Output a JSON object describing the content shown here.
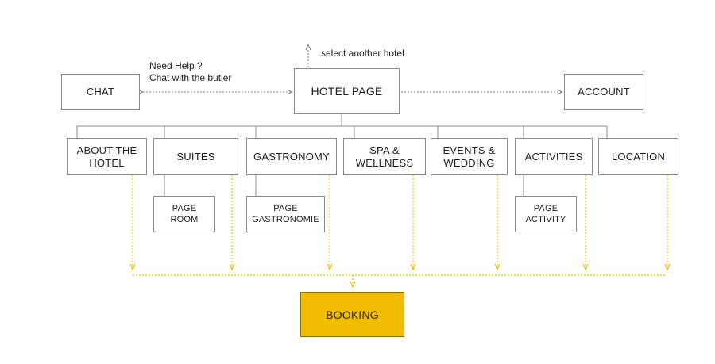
{
  "diagram": {
    "hotel_page": "HOTEL PAGE",
    "chat": "CHAT",
    "account": "ACCOUNT",
    "help_note": "Need Help ?\nChat with the butler",
    "select_note": "select another hotel",
    "sections": {
      "about": "ABOUT THE\nHOTEL",
      "suites": "SUITES",
      "gastronomy": "GASTRONOMY",
      "spa": "SPA &\nWELLNESS",
      "events": "EVENTS &\nWEDDING",
      "activities": "ACTIVITIES",
      "location": "LOCATION"
    },
    "subpages": {
      "room": "PAGE\nROOM",
      "gastronomie": "PAGE\nGASTRONOMIE",
      "activity": "PAGE\nACTIVITY"
    },
    "booking": "BOOKING"
  },
  "colors": {
    "line": "#8a8a8a",
    "booking_flow": "#f2bd00",
    "booking_fill": "#f2bd00"
  }
}
